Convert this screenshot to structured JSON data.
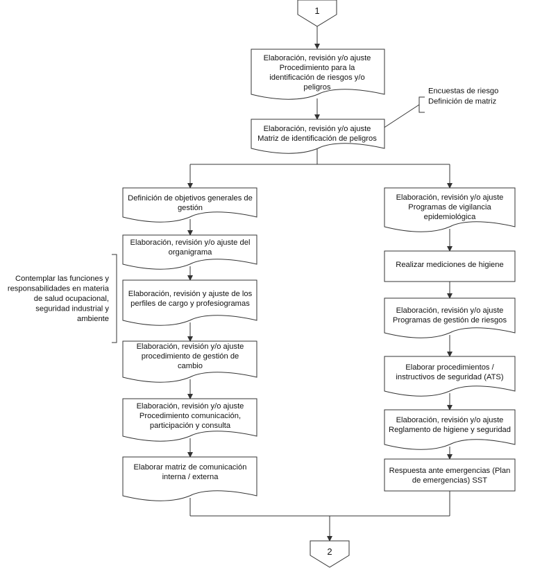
{
  "start_connector": "1",
  "end_connector": "2",
  "center": {
    "step1": [
      "Elaboración, revisión y/o ajuste",
      "Procedimiento para la",
      "identificación de riesgos y/o",
      "peligros"
    ],
    "step2": [
      "Elaboración, revisión y/o ajuste",
      "Matriz de identificación de peligros"
    ]
  },
  "annotation_top": [
    "Encuestas de riesgo",
    "Definición de matriz"
  ],
  "annotation_left": [
    "Contemplar las funciones y",
    "responsabilidades en materia",
    "de salud ocupacional,",
    "seguridad industrial y",
    "ambiente"
  ],
  "left": [
    [
      "Definición de objetivos generales de",
      "gestión"
    ],
    [
      "Elaboración, revisión y/o ajuste del",
      "organigrama"
    ],
    [
      "Elaboración, revisión y ajuste de los",
      "perfiles de cargo y profesiogramas"
    ],
    [
      "Elaboración, revisión y/o ajuste",
      "procedimiento de gestión de",
      "cambio"
    ],
    [
      "Elaboración, revisión y/o ajuste",
      "Procedimiento comunicación,",
      "participación y consulta"
    ],
    [
      "Elaborar matriz de comunicación",
      "interna / externa"
    ]
  ],
  "right": [
    [
      "Elaboración, revisión y/o ajuste",
      "Programas de vigilancia",
      "epidemiológica"
    ],
    [
      "Realizar mediciones de higiene"
    ],
    [
      "Elaboración, revisión y/o ajuste",
      "Programas de gestión de riesgos"
    ],
    [
      "Elaborar procedimientos /",
      "instructivos de seguridad (ATS)"
    ],
    [
      "Elaboración, revisión y/o ajuste",
      "Reglamento de higiene y seguridad"
    ],
    [
      "Respuesta ante emergencias (Plan",
      "de emergencias) SST"
    ]
  ]
}
